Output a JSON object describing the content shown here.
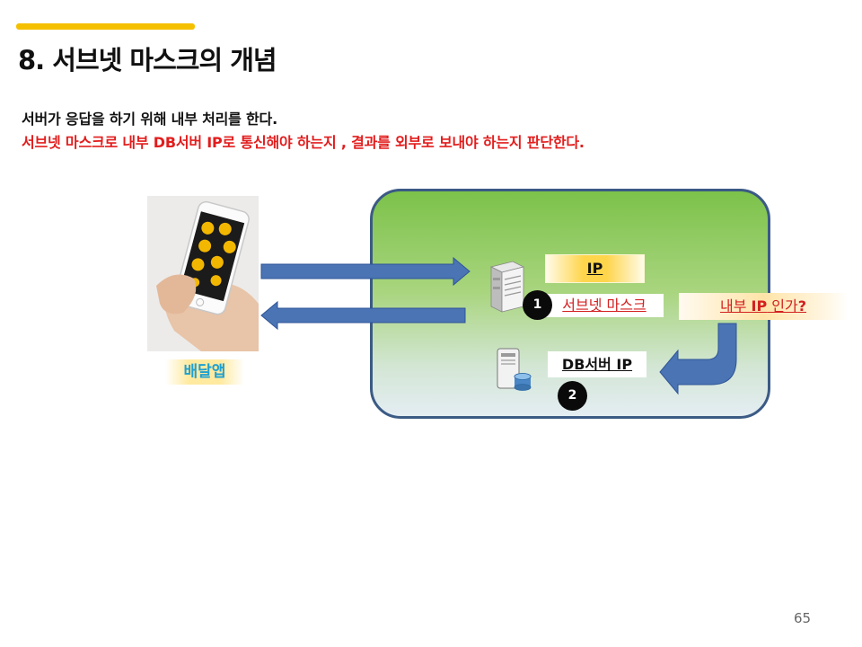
{
  "slide": {
    "title": "8. 서브넷 마스크의 개념",
    "line1": "서버가 응답을 하기 위해 내부 처리를 한다.",
    "line2": "서브넷 마스크로 내부 DB서버 IP로 통신해야 하는지 , 결과를 외부로 보내야 하는지 판단한다.",
    "page_number": "65"
  },
  "diagram": {
    "app_label": "배달앱",
    "ip_label": "IP",
    "subnet_mask_label": "서브넷 마스크",
    "internal_ip_prefix": "내부 ",
    "internal_ip_bold": "IP",
    "internal_ip_middle": " 인가",
    "internal_ip_end": "?",
    "db_server_ip_label": "DB서버 IP",
    "step1": "1",
    "step2": "2"
  },
  "colors": {
    "accent": "#f5c000",
    "highlight_red": "#e21d1d",
    "arrow_blue": "#4a74b4",
    "network_border": "#3b5a85",
    "network_green": "#7cc24a",
    "app_label_blue": "#1fa0d0"
  },
  "icons": [
    "phone-photo",
    "server-icon",
    "database-server-icon",
    "arrow-right",
    "arrow-left",
    "curved-arrow-down-left"
  ]
}
